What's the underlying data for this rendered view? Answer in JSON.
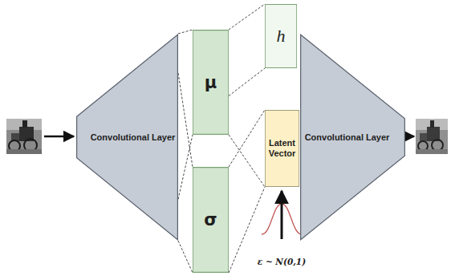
{
  "diagram": {
    "nodes": [
      {
        "text": [
          "Convolutional Layer"
        ]
      },
      {
        "text": [
          "μ"
        ]
      },
      {
        "text": [
          "σ"
        ]
      },
      {
        "text": [
          "h"
        ]
      },
      {
        "text": [
          "Latent Vector"
        ]
      },
      {
        "text": [
          "Convolutional Layer"
        ]
      }
    ],
    "edges": [
      {
        "from": 0,
        "to": 1,
        "arrow": "none"
      },
      {
        "from": 0,
        "to": 2,
        "arrow": "none"
      },
      {
        "from": 1,
        "to": 3,
        "arrow": "none"
      },
      {
        "from": 1,
        "to": 4,
        "arrow": "none"
      },
      {
        "from": 2,
        "to": 4,
        "arrow": "none"
      }
    ],
    "labels": [
      "ε ~ N(0,1)"
    ]
  }
}
